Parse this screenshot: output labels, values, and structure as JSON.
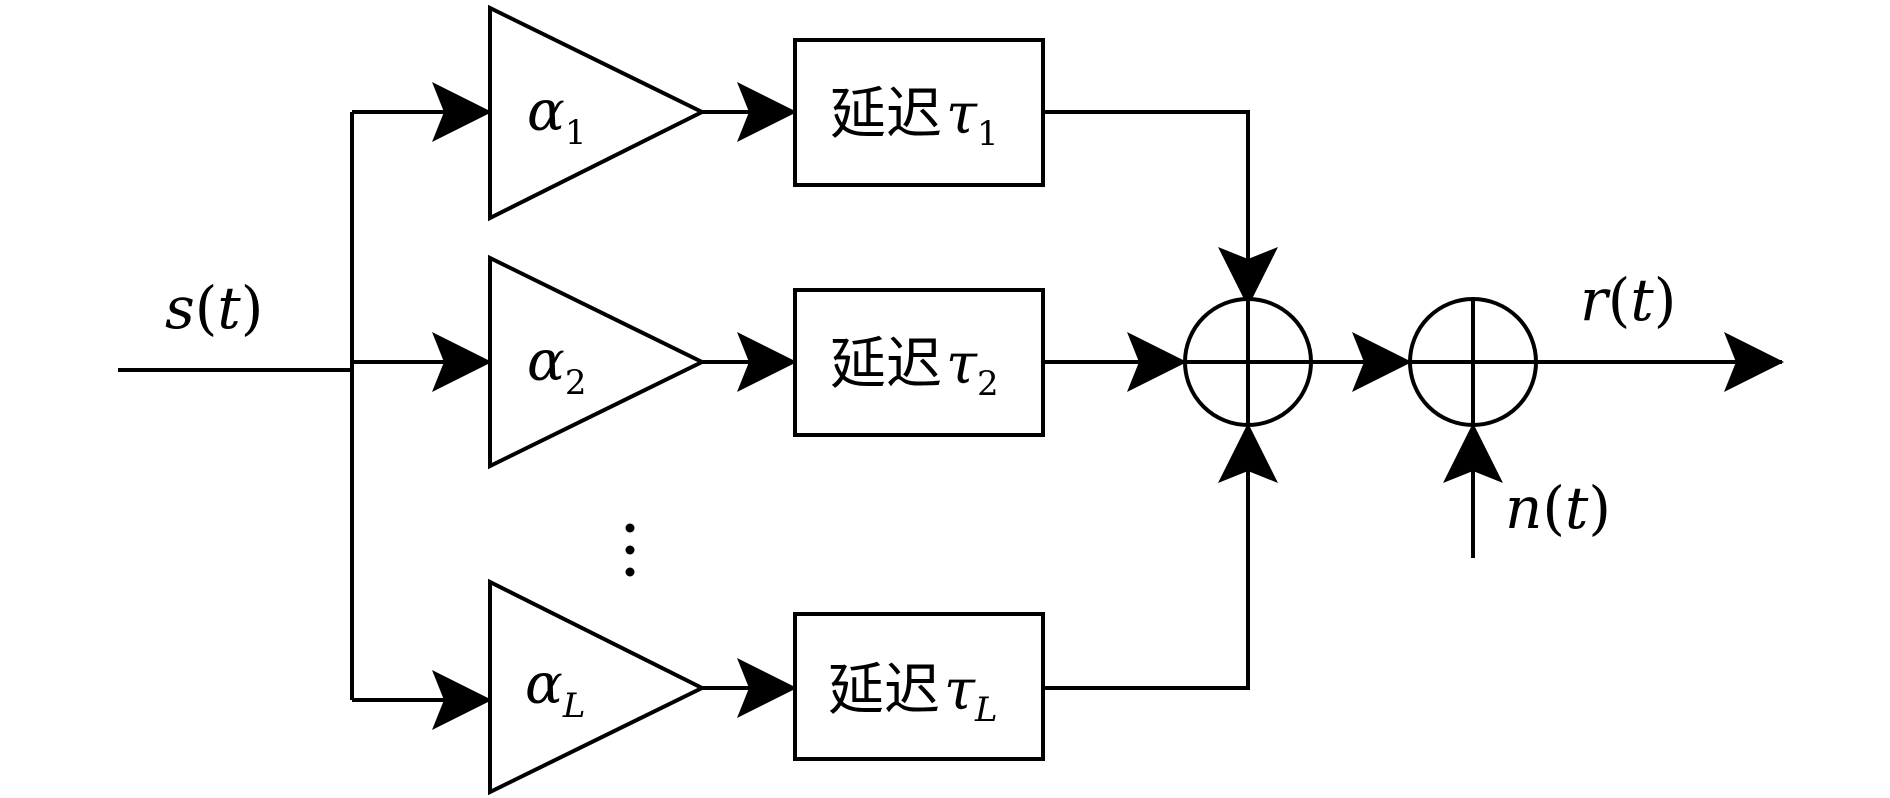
{
  "diagram": {
    "input_label": {
      "fn": "s",
      "arg": "t"
    },
    "output_label": {
      "fn": "r",
      "arg": "t"
    },
    "noise_label": {
      "fn": "n",
      "arg": "t"
    },
    "branches": [
      {
        "gain_symbol": "α",
        "gain_index": "1",
        "delay_text": "延迟",
        "delay_symbol": "τ",
        "delay_index": "1"
      },
      {
        "gain_symbol": "α",
        "gain_index": "2",
        "delay_text": "延迟",
        "delay_symbol": "τ",
        "delay_index": "2"
      },
      {
        "gain_symbol": "α",
        "gain_index": "L",
        "delay_text": "延迟",
        "delay_symbol": "τ",
        "delay_index": "L"
      }
    ]
  }
}
